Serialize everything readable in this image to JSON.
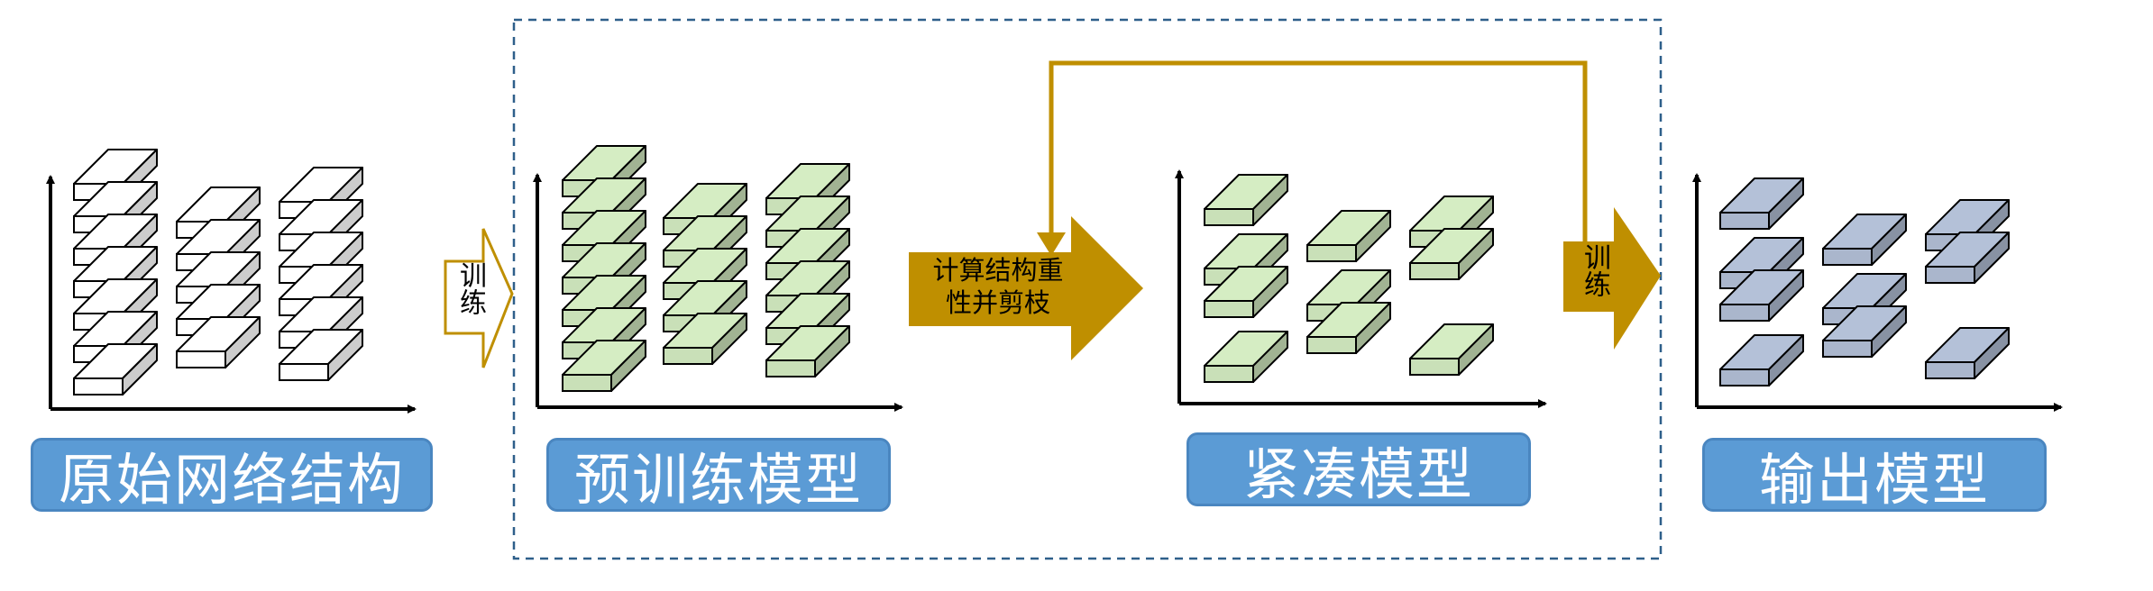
{
  "colors": {
    "white_block": "#ffffff",
    "green_block": "#c9e0b8",
    "blue_block": "#aab6cc",
    "gold": "#bf8f00",
    "label_bg": "#5b9bd5",
    "dashed_border": "#2e5f8a"
  },
  "stages": [
    {
      "id": "original",
      "label": "原始网络结构"
    },
    {
      "id": "pretrained",
      "label": "预训练模型"
    },
    {
      "id": "compact",
      "label": "紧凑模型"
    },
    {
      "id": "output",
      "label": "输出模型"
    }
  ],
  "arrows": {
    "train_1": "训练",
    "prune": "计算结构重性并剪枝",
    "prune_line1": "计算结构重",
    "prune_line2": "性并剪枝",
    "train_2": "训练"
  }
}
